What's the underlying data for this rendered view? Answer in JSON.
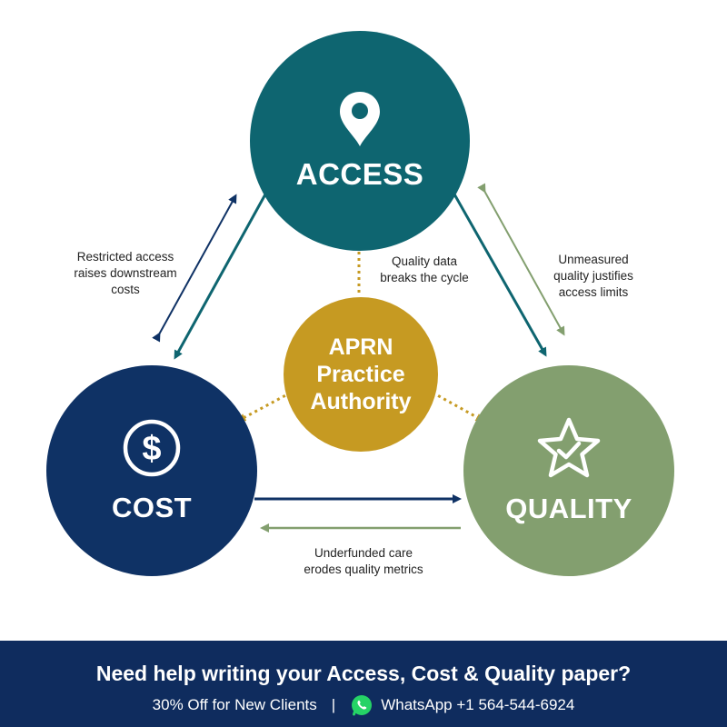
{
  "nodes": {
    "access": {
      "label": "ACCESS",
      "icon": "map-pin-icon",
      "color": "#0e6570"
    },
    "cost": {
      "label": "COST",
      "icon": "dollar-icon",
      "color": "#0f3265"
    },
    "quality": {
      "label": "QUALITY",
      "icon": "star-check-icon",
      "color": "#839f6f"
    },
    "center": {
      "lines": [
        "APRN",
        "Practice",
        "Authority"
      ],
      "color": "#c69a22"
    }
  },
  "annotations": {
    "cost_access": [
      "Restricted access",
      "raises downstream",
      "costs"
    ],
    "center_access": [
      "Quality data",
      "breaks the cycle"
    ],
    "quality_access": [
      "Unmeasured",
      "quality justifies",
      "access limits"
    ],
    "quality_cost": [
      "Underfunded care",
      "erodes quality metrics"
    ]
  },
  "banner": {
    "headline": "Need help writing your Access, Cost & Quality paper?",
    "offer": "30% Off for New Clients",
    "separator": "|",
    "contact": "WhatsApp +1 564-544-6924",
    "background": "#0f2c5e"
  },
  "colors": {
    "arrow_navy": "#0f3265",
    "arrow_teal": "#0e6570",
    "arrow_sage": "#839f6f",
    "arrow_gold": "#c69a22",
    "whatsapp": "#25d366"
  }
}
